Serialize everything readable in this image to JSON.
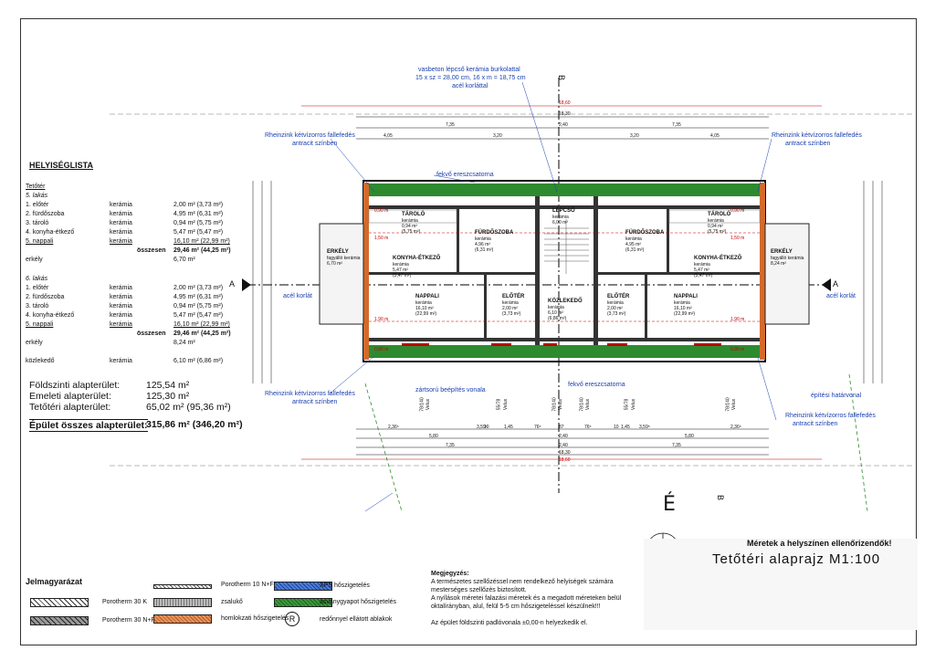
{
  "helyiseglista": {
    "title": "HELYISÉGLISTA",
    "floor": "Tetőtér",
    "flat5": {
      "heading": "5. lakás",
      "rooms": [
        {
          "name": "1. előtér",
          "mat": "kerámia",
          "area": "2,00 m² (3,73 m²)"
        },
        {
          "name": "2. fürdőszoba",
          "mat": "kerámia",
          "area": "4,95 m² (6,31 m²)"
        },
        {
          "name": "3. tároló",
          "mat": "kerámia",
          "area": "0,94 m² (5,75 m²)"
        },
        {
          "name": "4. konyha-étkező",
          "mat": "kerámia",
          "area": "5,47 m² (5,47 m²)"
        },
        {
          "name": "5. nappali",
          "mat": "kerámia",
          "area": "16,10 m² (22,99 m²)"
        }
      ],
      "total_label": "összesen",
      "total": "29,46 m² (44,25 m²)",
      "balcony_label": "erkély",
      "balcony": "6,70 m²"
    },
    "flat6": {
      "heading": "6. lakás",
      "rooms": [
        {
          "name": "1. előtér",
          "mat": "kerámia",
          "area": "2,00 m² (3,73 m²)"
        },
        {
          "name": "2. fürdőszoba",
          "mat": "kerámia",
          "area": "4,95 m² (6,31 m²)"
        },
        {
          "name": "3. tároló",
          "mat": "kerámia",
          "area": "0,94 m² (5,75 m²)"
        },
        {
          "name": "4. konyha-étkező",
          "mat": "kerámia",
          "area": "5,47 m² (5,47 m²)"
        },
        {
          "name": "5. nappali",
          "mat": "kerámia",
          "area": "16,10 m² (22,99 m²)"
        }
      ],
      "total_label": "összesen",
      "total": "29,46 m² (44,25 m²)",
      "balcony_label": "erkély",
      "balcony": "8,24 m²"
    },
    "stair": {
      "name": "közlekedő",
      "mat": "kerámia",
      "area": "6,10 m² (6,86 m²)"
    },
    "summary": [
      {
        "label": "Földszinti alapterület:",
        "value": "125,54 m²"
      },
      {
        "label": "Emeleti alapterület:",
        "value": "125,30 m²"
      },
      {
        "label": "Tetőtéri alapterület:",
        "value": "65,02 m² (95,36 m²)"
      }
    ],
    "grand": {
      "label": "Épület összes alapterület:",
      "value": "315,86 m² (346,20 m²)"
    }
  },
  "plan": {
    "annotations": {
      "stair_note1": "vasbeton lépcső kerámia burkolattal",
      "stair_note2": "15 x sz = 28,00 cm, 16 x m = 18,75 cm",
      "stair_note3": "acél korláttal",
      "rheinzink": "Rheinzink kétvízorros fallefedés",
      "antracit": "antracit színben",
      "fekvo": "fekvő ereszcsatorna",
      "acel_korlat": "acél korlát",
      "zartsoru": "zártsorú beépítés vonala",
      "epitesi": "építési határvonal"
    },
    "section_marks": {
      "a": "A",
      "b": "B"
    },
    "dims_top": [
      "18,60",
      "18,30",
      "7,35",
      "2,40",
      "7,35",
      "4,05",
      "3,20",
      "3,20",
      "4,05"
    ],
    "dims_bottom": [
      "2,36⁵",
      "3,59⁵",
      "10",
      "1,45",
      "76⁵",
      "87",
      "76⁵",
      "10",
      "1,45",
      "3,59⁵",
      "2,36⁵",
      "5,80",
      "2,40",
      "5,80",
      "7,35",
      "2,40",
      "7,35",
      "18,30",
      "18,60"
    ],
    "rooms": [
      {
        "name": "TÁROLÓ",
        "mat": "kerámia",
        "area": "0,94 m²",
        "sub": "(5,75 m²)"
      },
      {
        "name": "FÜRDŐSZOBA",
        "mat": "kerámia",
        "area": "4,96 m²",
        "sub": "(6,31 m²)"
      },
      {
        "name": "LÉPCSŐ",
        "mat": "kerámia",
        "area": "6,00 m²",
        "sub": ""
      },
      {
        "name": "FÜRDŐSZOBA",
        "mat": "kerámia",
        "area": "4,95 m²",
        "sub": "(6,31 m²)"
      },
      {
        "name": "TÁROLÓ",
        "mat": "kerámia",
        "area": "0,94 m²",
        "sub": "(5,75 m²)"
      },
      {
        "name": "ERKÉLY",
        "mat": "fagyálló kerámia",
        "area": "6,70 m²",
        "sub": ""
      },
      {
        "name": "KONYHA-ÉTKEZŐ",
        "mat": "kerámia",
        "area": "5,47 m²",
        "sub": "(5,47 m²)"
      },
      {
        "name": "KÖZLEKEDŐ",
        "mat": "kerámia",
        "area": "6,10 m²",
        "sub": "(6,86 m²)"
      },
      {
        "name": "KONYHA-ÉTKEZŐ",
        "mat": "kerámia",
        "area": "5,47 m²",
        "sub": "(5,47 m²)"
      },
      {
        "name": "ERKÉLY",
        "mat": "fagyálló kerámia",
        "area": "8,24 m²",
        "sub": ""
      },
      {
        "name": "NAPPALI",
        "mat": "kerámia",
        "area": "16,10 m²",
        "sub": "(22,99 m²)"
      },
      {
        "name": "ELŐTÉR",
        "mat": "kerámia",
        "area": "2,00 m²",
        "sub": "(3,73 m²)"
      },
      {
        "name": "ELŐTÉR",
        "mat": "kerámia",
        "area": "2,00 m²",
        "sub": "(3,73 m²)"
      },
      {
        "name": "NAPPALI",
        "mat": "kerámia",
        "area": "16,10 m²",
        "sub": "(22,99 m²)"
      }
    ],
    "heights": {
      "h090": "0,90 m",
      "h150": "1,50 m",
      "h190": "1,90 m"
    },
    "velux": [
      "78/140",
      "55/78",
      "78/140",
      "78/140",
      "55/78",
      "78/140"
    ],
    "velux_label": "Velux",
    "north": "É"
  },
  "title_block": {
    "warn": "Méretek a helyszínen ellenőrizendők!",
    "title": "Tetőtéri alaprajz M1:100"
  },
  "legend": {
    "title": "Jelmagyarázat",
    "items": [
      "Porotherm 30 K",
      "Porotherm 30 N+F",
      "Porotherm 10 N+F",
      "zsalukő",
      "homlokzati hőszigetelés",
      "XPS hőszigetelés",
      "ásványgyapot hőszigetelés",
      "redőnnyel ellátott ablakok"
    ],
    "r_symbol": "R"
  },
  "notes": {
    "title": "Megjegyzés:",
    "lines": [
      "A természetes szellőzéssel nem rendelkező helyiségek számára",
      "mesterséges szellőzés biztosított.",
      "A nyílások méretei falazási méretek és a megadott méreteken belül",
      "oktalírányban, alul, felül 5-5 cm hőszigeteléssel készülnek!!!",
      "",
      "Az épület földszinti padlóvonala ±0,00-n helyezkedik el."
    ]
  },
  "colors": {
    "wall": "#2e8a2e",
    "orange": "#d46a2a",
    "dim": "#c00000",
    "blue": "#1a3fb0"
  }
}
